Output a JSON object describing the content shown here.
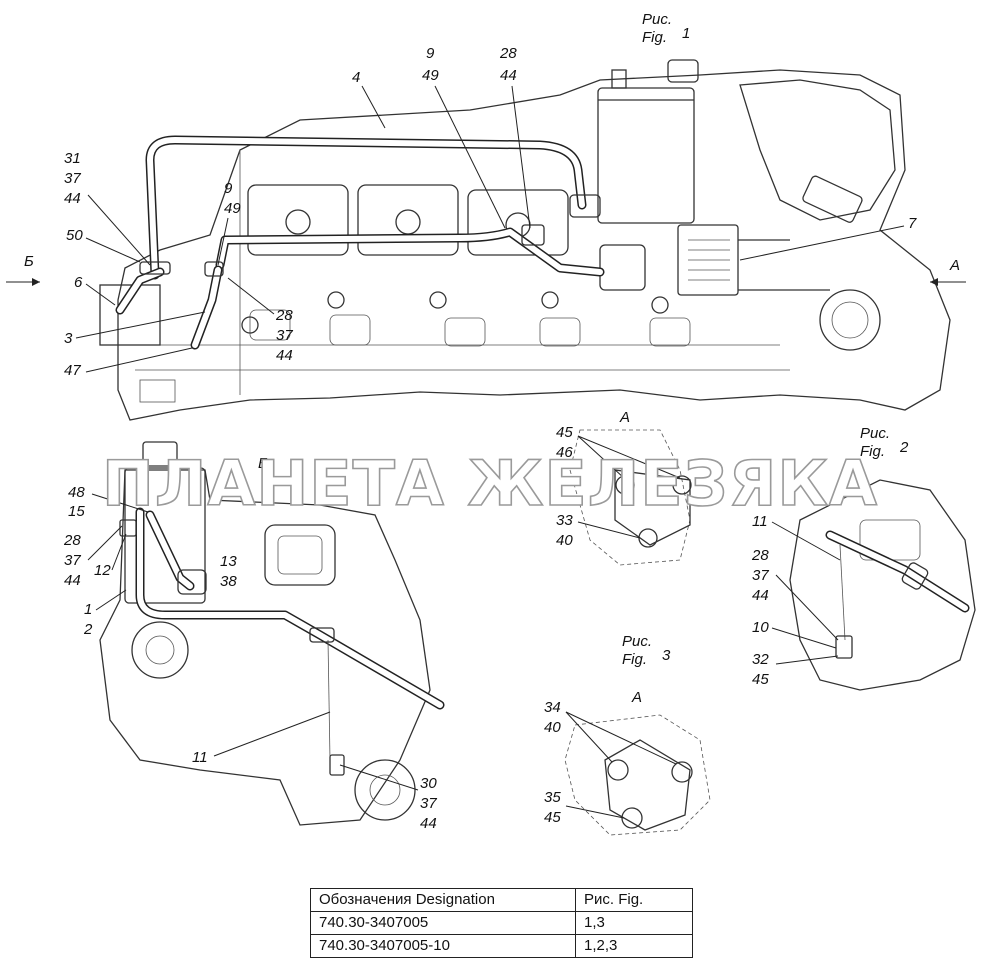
{
  "figure_titles": {
    "fig1_ru": "Рис.",
    "fig1_en": "Fig.",
    "fig1_num": "1",
    "fig2_ru": "Рис.",
    "fig2_en": "Fig.",
    "fig2_num": "2",
    "fig3_ru": "Рис.",
    "fig3_en": "Fig.",
    "fig3_num": "3"
  },
  "view_labels": {
    "view_a_main": "А",
    "view_b_main": "Б",
    "view_b_title": "Б",
    "view_a_fig2": "А",
    "view_a_fig3": "А"
  },
  "callouts": {
    "c4": "4",
    "c9_49_top": [
      "9",
      "49"
    ],
    "c28_44_top": [
      "28",
      "44"
    ],
    "c31_37_44": [
      "31",
      "37",
      "44"
    ],
    "c9_49_mid": [
      "9",
      "49"
    ],
    "c50": "50",
    "c6": "6",
    "c3": "3",
    "c47": "47",
    "c28_37_44_mid": [
      "28",
      "37",
      "44"
    ],
    "c7": "7",
    "c48_15": [
      "48",
      "15"
    ],
    "c28_37_44_left": [
      "28",
      "37",
      "44"
    ],
    "c12": "12",
    "c13_38": [
      "13",
      "38"
    ],
    "c1_2": [
      "1",
      "2"
    ],
    "c11_bottom": "11",
    "c30_37_44": [
      "30",
      "37",
      "44"
    ],
    "c45_46": [
      "45",
      "46"
    ],
    "c33_40": [
      "33",
      "40"
    ],
    "c11_fig2": "11",
    "c28_37_44_fig2": [
      "28",
      "37",
      "44"
    ],
    "c10": "10",
    "c32_45": [
      "32",
      "45"
    ],
    "c34_40": [
      "34",
      "40"
    ],
    "c35_45": [
      "35",
      "45"
    ]
  },
  "watermark": "ПЛАНЕТА ЖЕЛЕЗЯКА",
  "table": {
    "header": [
      "Обозначения  Designation",
      "Рис. Fig."
    ],
    "rows": [
      [
        "740.30-3407005",
        "1,3"
      ],
      [
        "740.30-3407005-10",
        "1,2,3"
      ]
    ]
  }
}
